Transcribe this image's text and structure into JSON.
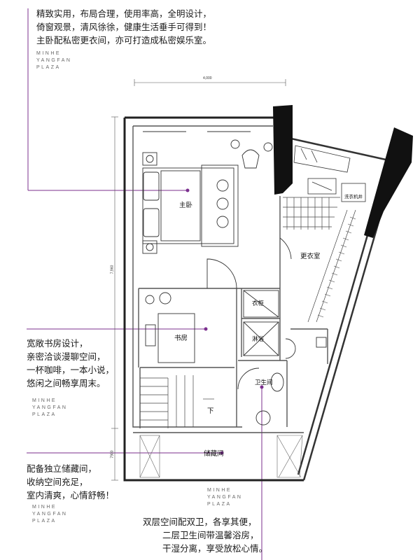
{
  "blocks": {
    "top": [
      "精致实用，布局合理，使用率高，全明设计，",
      "倚窗观景，清风徐徐，健康生活垂手可得到！",
      "主卧配私密更衣间，亦可打造成私密娱乐室。"
    ],
    "study": [
      "宽敞书房设计，",
      "亲密洽谈漫聊空间，",
      "一杯咖啡，一本小说，",
      "悠闲之间畅享周末。"
    ],
    "storage": [
      "配备独立储藏间，",
      "收纳空间充足，",
      "室内清爽，心情舒畅！"
    ],
    "bath": [
      "双层空间配双卫，各享其便，",
      "二层卫生间带温馨浴房，",
      "干湿分离，享受放松心情。"
    ]
  },
  "brand_lines": [
    "MINHE",
    "YANGFAN",
    "PLAZA"
  ],
  "rooms": {
    "master_bedroom": "主卧",
    "closet": "更衣室",
    "study": "书房",
    "wardrobe": "衣柜",
    "shower": "淋浴",
    "bathroom": "卫生间",
    "storage": "储藏间",
    "down": "下",
    "washer": "洗衣机井"
  },
  "dimensions": {
    "top": "4,000",
    "side": "7,960",
    "small": "7900"
  },
  "colors": {
    "accent": "#7b2f8e",
    "wall": "#111111",
    "text": "#1a1a1a"
  }
}
